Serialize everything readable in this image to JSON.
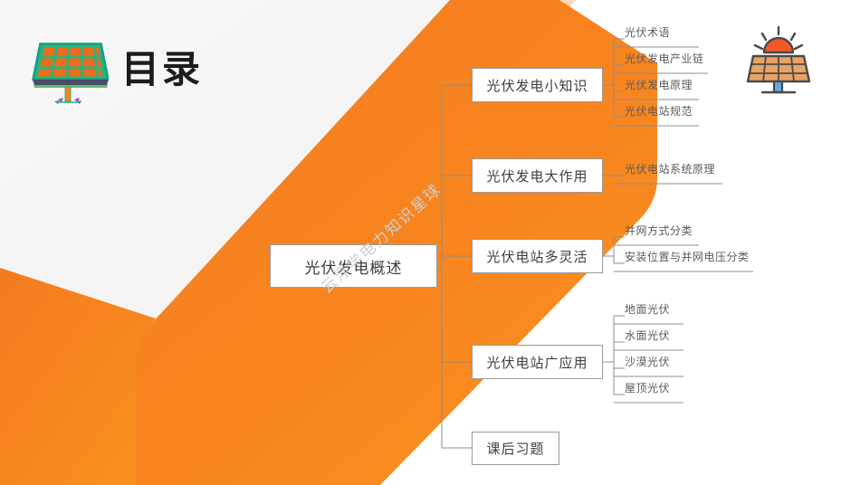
{
  "slide": {
    "title": "目录",
    "watermark": "云浮学电力知识星球",
    "colors": {
      "orange": "#F47B20",
      "orange_light": "#FBD5B8",
      "orange_pale": "#FDE9DA",
      "grey_panel": "#E3E3E3",
      "grey_panel_light": "#F2F2F2",
      "node_border": "#9A9A9A",
      "node_text": "#3D3D3D",
      "leaf_text": "#5B5B5B",
      "line": "#8C8C8C",
      "title_text": "#1C1C1C"
    },
    "icons": {
      "header_solar_panel": "solar-panel-icon",
      "corner_solar_panel": "solar-panel-sun-icon"
    }
  },
  "mindmap": {
    "root": {
      "label": "光伏发电概述"
    },
    "branches": [
      {
        "label": "光伏发电小知识",
        "leaves": [
          {
            "label": "光伏术语"
          },
          {
            "label": "光伏发电产业链"
          },
          {
            "label": "光伏发电原理"
          },
          {
            "label": "光伏电站规范"
          }
        ]
      },
      {
        "label": "光伏发电大作用",
        "leaves": [
          {
            "label": "光伏电站系统原理"
          }
        ]
      },
      {
        "label": "光伏电站多灵活",
        "leaves": [
          {
            "label": "并网方式分类"
          },
          {
            "label": "安装位置与并网电压分类"
          }
        ]
      },
      {
        "label": "光伏电站广应用",
        "leaves": [
          {
            "label": "地面光伏"
          },
          {
            "label": "水面光伏"
          },
          {
            "label": "沙漠光伏"
          },
          {
            "label": "屋顶光伏"
          }
        ]
      },
      {
        "label": "课后习题",
        "leaves": []
      }
    ]
  }
}
